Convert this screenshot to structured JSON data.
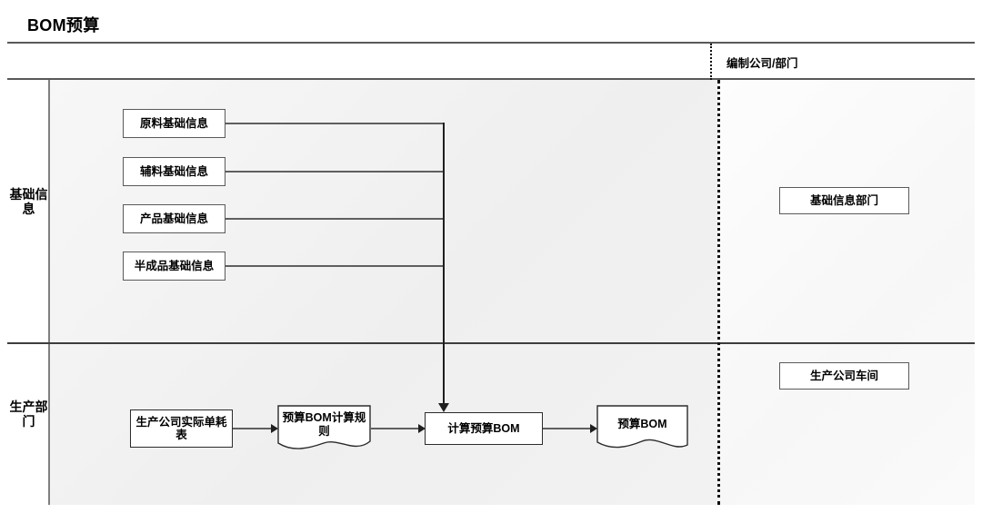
{
  "diagram": {
    "title": "BOM预算",
    "header": {
      "dept_column_label": "编制公司/部门"
    },
    "lanes": [
      {
        "id": "basic-info",
        "label": "基础信息",
        "owner": "基础信息部门"
      },
      {
        "id": "production",
        "label": "生产部门",
        "owner": "生产公司车间"
      }
    ],
    "nodes": {
      "raw_material": "原料基础信息",
      "aux_material": "辅料基础信息",
      "product": "产品基础信息",
      "semi_product": "半成品基础信息",
      "actual_consumption": "生产公司实际单耗表",
      "budget_bom_rule": "预算BOM计算规则",
      "calc_budget_bom": "计算预算BOM",
      "budget_bom": "预算BOM"
    },
    "owners": {
      "basic_info_dept": "基础信息部门",
      "production_workshop": "生产公司车间"
    },
    "colors": {
      "frame_border": "#595959",
      "lane_background": "#f0f0f0",
      "right_background": "#fafafa",
      "node_border": "#5a5a5a",
      "connector": "#5f5f5f",
      "arrow": "#1f1f1f",
      "separator_dotted": "#111111",
      "text": "#000000"
    }
  }
}
